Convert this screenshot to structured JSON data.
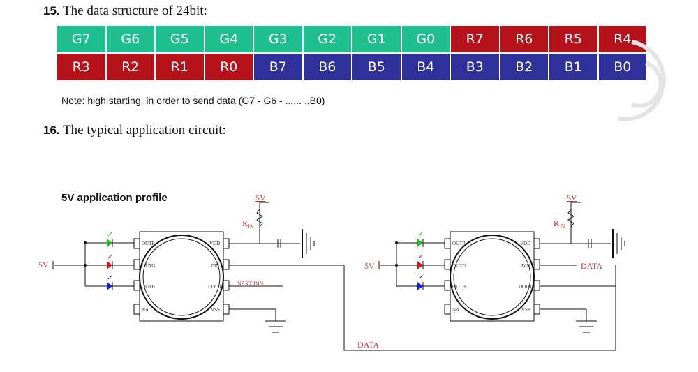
{
  "section15": {
    "number": "15.",
    "title": "The data structure of 24bit:"
  },
  "bits": {
    "row1": [
      "G7",
      "G6",
      "G5",
      "G4",
      "G3",
      "G2",
      "G1",
      "G0",
      "R7",
      "R6",
      "R5",
      "R4"
    ],
    "row2": [
      "R3",
      "R2",
      "R1",
      "R0",
      "B7",
      "B6",
      "B5",
      "B4",
      "B3",
      "B2",
      "B1",
      "B0"
    ],
    "colors": {
      "green": "#1fbf8f",
      "red": "#b5121b",
      "blue": "#30309a"
    }
  },
  "note": "Note: high starting, in order to send data (G7 - G6 - ...... ..B0)",
  "section16": {
    "number": "16.",
    "title": "The typical application circuit:"
  },
  "schematic": {
    "title": "5V application profile",
    "supply_label": "5V",
    "resistor_label": "R",
    "resistor_sub": "IN",
    "data_label": "DATA",
    "next_din_label": "NEXT DIN",
    "pins": {
      "outr": "OUTR",
      "outg": "OUTG",
      "outb": "OUTB",
      "na": "NA",
      "vdd": "VDD",
      "din": "DIN",
      "dout": "DOUT",
      "vss": "VSS"
    }
  }
}
